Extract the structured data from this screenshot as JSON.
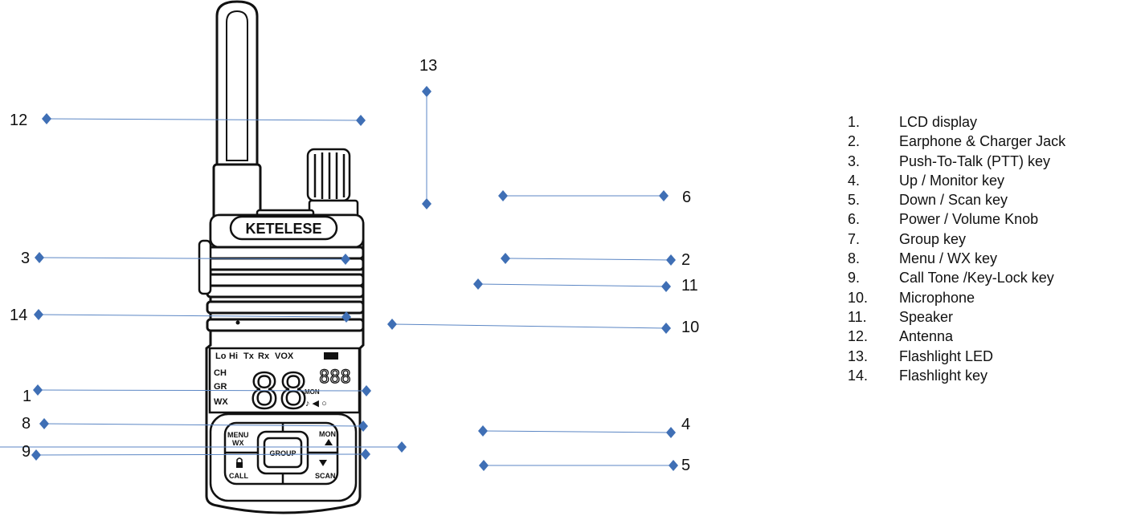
{
  "device": {
    "brand": "KETELESE",
    "lcd": {
      "top_labels": [
        "Lo",
        "Hi",
        "Tx",
        "Rx",
        "VOX"
      ],
      "side_labels": [
        "CH",
        "GR",
        "WX"
      ],
      "digits": "88",
      "small_digits": "888",
      "mon_label": "MON"
    },
    "keys": {
      "menu_line1": "MENU",
      "menu_line2": "WX",
      "mon": "MON",
      "group": "GROUP",
      "call": "CALL",
      "scan": "SCAN"
    }
  },
  "callouts": [
    {
      "id": "c13",
      "text": "13"
    },
    {
      "id": "c12",
      "text": "12"
    },
    {
      "id": "c6",
      "text": "6"
    },
    {
      "id": "c3",
      "text": "3"
    },
    {
      "id": "c2",
      "text": "2"
    },
    {
      "id": "c11",
      "text": "11"
    },
    {
      "id": "c14",
      "text": "14"
    },
    {
      "id": "c10",
      "text": "10"
    },
    {
      "id": "c1",
      "text": "1"
    },
    {
      "id": "c8",
      "text": "8"
    },
    {
      "id": "c4",
      "text": "4"
    },
    {
      "id": "c9",
      "text": "9"
    },
    {
      "id": "c5",
      "text": "5"
    }
  ],
  "legend": [
    {
      "num": "1.",
      "label": "LCD display"
    },
    {
      "num": "2.",
      "label": "Earphone & Charger Jack"
    },
    {
      "num": "3.",
      "label": "Push-To-Talk (PTT) key"
    },
    {
      "num": "4.",
      "label": "Up / Monitor key"
    },
    {
      "num": "5.",
      "label": "Down / Scan key"
    },
    {
      "num": "6.",
      "label": "Power / Volume Knob"
    },
    {
      "num": "7.",
      "label": "Group key"
    },
    {
      "num": "8.",
      "label": "Menu / WX key"
    },
    {
      "num": "9.",
      "label": "Call Tone /Key-Lock key"
    },
    {
      "num": "10.",
      "label": "Microphone"
    },
    {
      "num": "11.",
      "label": "Speaker"
    },
    {
      "num": "12.",
      "label": "Antenna"
    },
    {
      "num": "13.",
      "label": "Flashlight LED"
    },
    {
      "num": "14.",
      "label": "Flashlight key"
    }
  ],
  "colors": {
    "leader_line": "#5b86c4",
    "marker": "#3f6fb5",
    "outline": "#111111"
  }
}
